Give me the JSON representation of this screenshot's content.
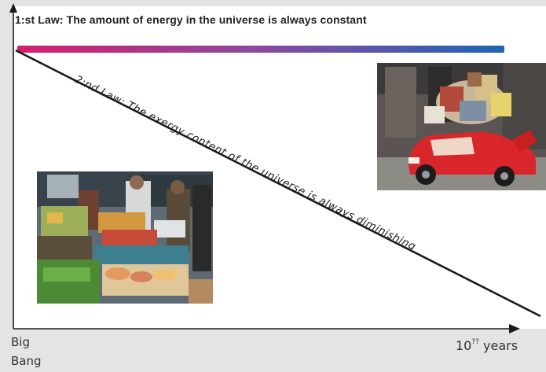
{
  "law1": "1:st Law: The amount of energy in the universe  is always constant",
  "law2": "2:nd Law: The exergy content of the universe  is always diminishing",
  "axis_start": {
    "line1": "Big",
    "line2": "Bang"
  },
  "axis_end": {
    "base": "10",
    "exponent": "??",
    "unit": "years"
  },
  "colors": {
    "bar_start": "#d41f6f",
    "bar_mid": "#8a4aa0",
    "bar_end": "#1f64b4",
    "axis": "#1a1a1a"
  }
}
